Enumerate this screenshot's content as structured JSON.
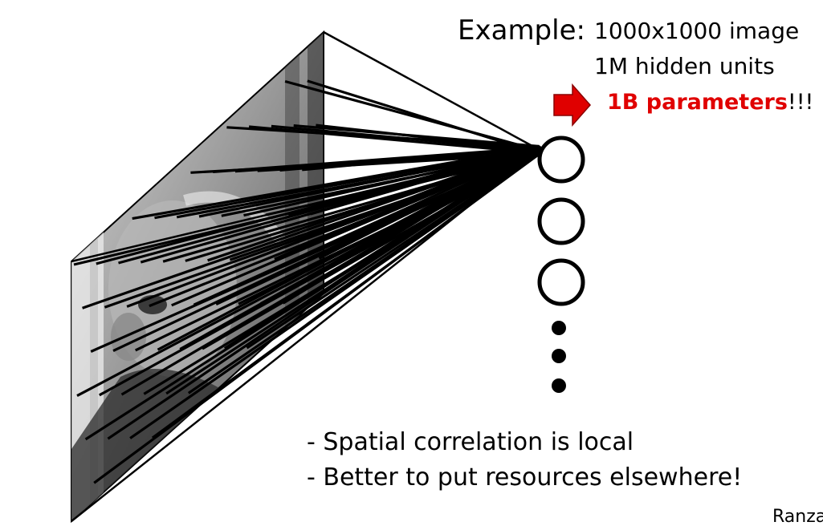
{
  "example": {
    "label": "Example:",
    "line1": "1000x1000 image",
    "line2": "1M hidden units",
    "params_bold": "1B parameters",
    "params_exclaim": "!!!"
  },
  "bullets": [
    "- Spatial correlation is local",
    "- Better to put resources elsewhere!"
  ],
  "credit": "Ranzato",
  "colors": {
    "accent": "#e00000"
  },
  "icons": {
    "arrow": "right-arrow-icon",
    "hidden_unit": "circle-icon",
    "ellipsis": "vertical-dots-icon"
  }
}
